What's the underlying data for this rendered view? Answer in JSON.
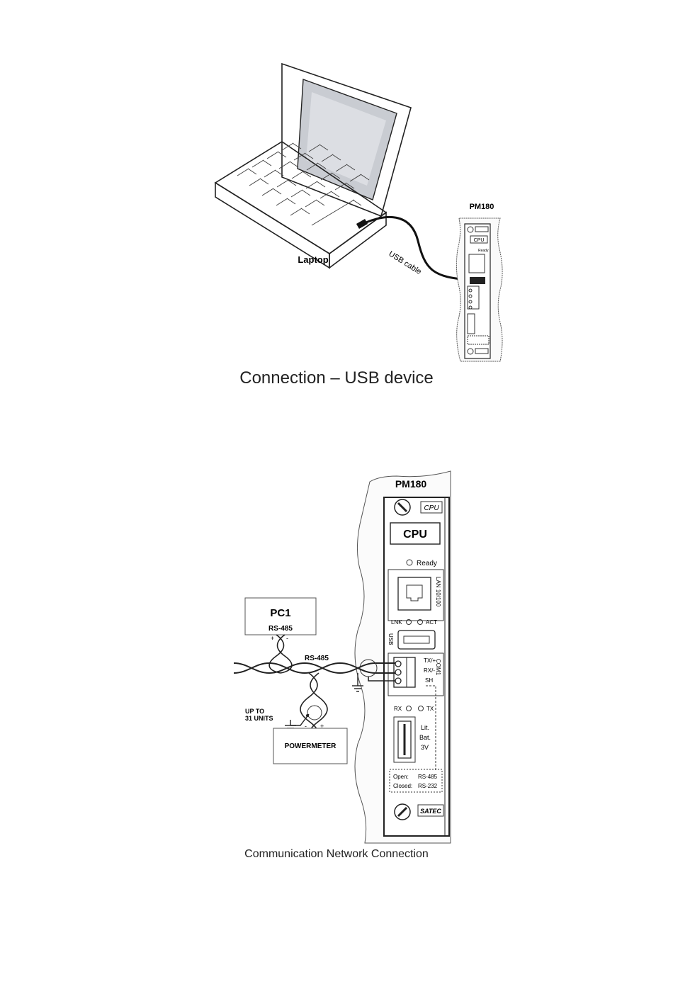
{
  "figure1": {
    "laptop_label": "Laptop",
    "cable_label": "USB cable",
    "device_title": "PM180",
    "module_cpu": "CPU",
    "module_cpu_small": "CPU",
    "ready_label": "Ready",
    "caption": "Connection – USB device"
  },
  "figure2": {
    "device_title": "PM180",
    "cpu_tab": "CPU",
    "cpu_box": "CPU",
    "ready": "Ready",
    "lan": "LAN 10/100",
    "lnk": "LNK",
    "act": "ACT",
    "usb": "USB",
    "tx": "TX/+",
    "rx_term": "RX/-",
    "sh": "SH",
    "com1": "COM1",
    "rx_led": "RX",
    "tx_led": "TX",
    "battery": [
      "Lit.",
      "Bat.",
      "3V"
    ],
    "open_label": "Open:",
    "open_value": "RS-485",
    "closed_label": "Closed:",
    "closed_value": "RS-232",
    "brand": "SATEC",
    "pc_title": "PC1",
    "pc_sub": "RS-485",
    "bus_label": "RS-485",
    "units_line1": "UP TO",
    "units_line2": "31 UNITS",
    "powermeter": "POWERMETER",
    "plus": "+",
    "minus": "-",
    "caption": "Communication Network Connection"
  }
}
